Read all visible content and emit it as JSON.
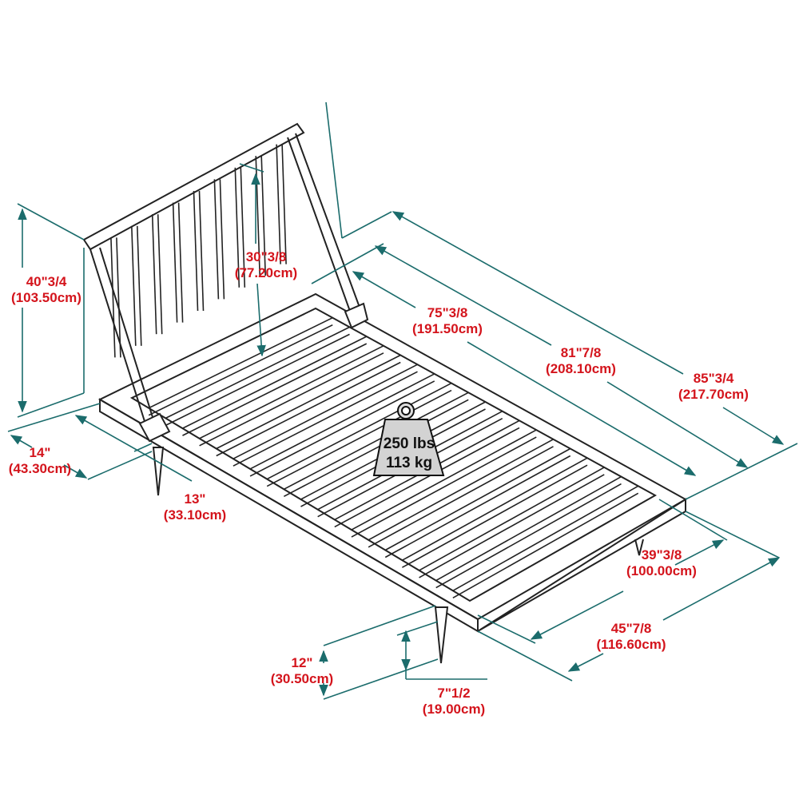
{
  "colors": {
    "dimension_text": "#d4141c",
    "dimension_line": "#1b6c6c",
    "drawing_line": "#222222",
    "weight_fill": "#d3d3d3"
  },
  "weight": {
    "icon": "weight-icon",
    "lbs": "250 lbs",
    "kg": "113 kg"
  },
  "dimensions": {
    "headboard_height": {
      "imperial": "40\"3/4",
      "metric": "(103.50cm)"
    },
    "headboard_panel": {
      "imperial": "30\"3/8",
      "metric": "(77.20cm)"
    },
    "inner_length": {
      "imperial": "75\"3/8",
      "metric": "(191.50cm)"
    },
    "frame_length": {
      "imperial": "81\"7/8",
      "metric": "(208.10cm)"
    },
    "overall_length": {
      "imperial": "85\"3/4",
      "metric": "(217.70cm)"
    },
    "headboard_depth": {
      "imperial": "14\"",
      "metric": "(43.30cm)"
    },
    "headboard_offset": {
      "imperial": "13\"",
      "metric": "(33.10cm)"
    },
    "inner_width": {
      "imperial": "39\"3/8",
      "metric": "(100.00cm)"
    },
    "overall_width": {
      "imperial": "45\"7/8",
      "metric": "(116.60cm)"
    },
    "floor_clearance": {
      "imperial": "12\"",
      "metric": "(30.50cm)"
    },
    "leg_height": {
      "imperial": "7\"1/2",
      "metric": "(19.00cm)"
    }
  }
}
